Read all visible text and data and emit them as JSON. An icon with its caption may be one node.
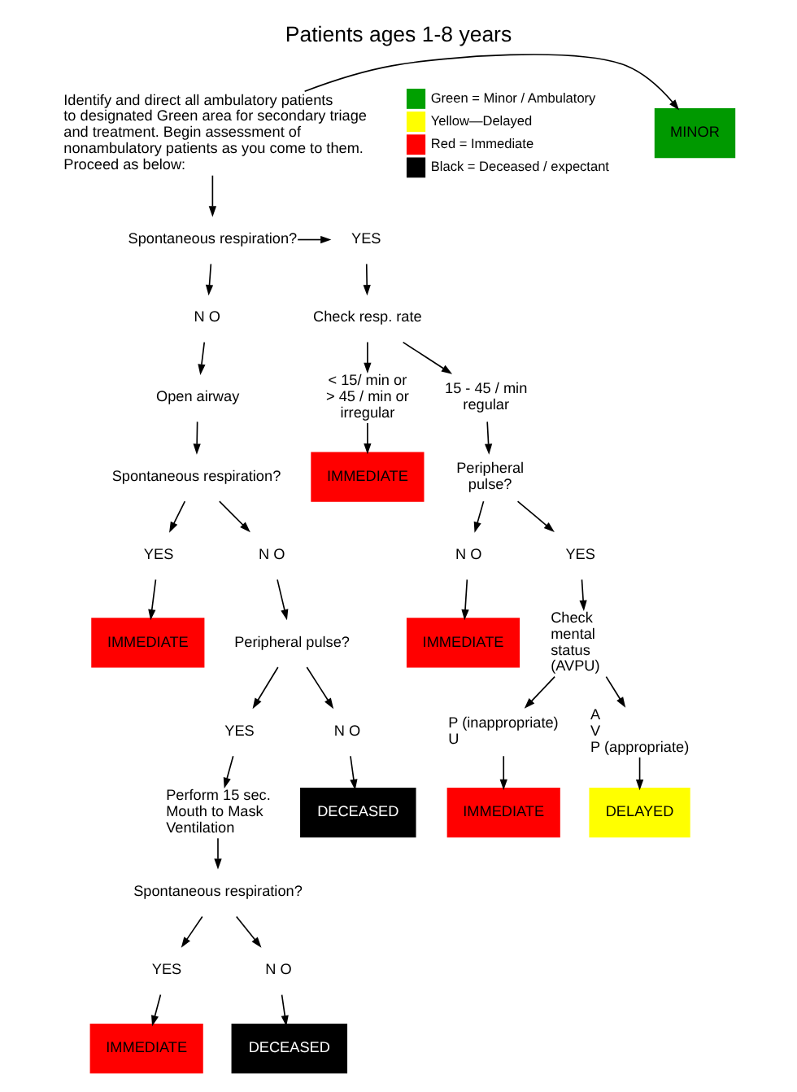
{
  "diagram": {
    "title": "Patients ages 1-8 years",
    "nodes": [
      {
        "text": [
          "Identify and direct all ambulatory patients to designated Green area for secondary triage and treatment. Begin assessment of nonambulatory patients as you come to them.",
          "Proceed as below:"
        ]
      },
      {
        "text": [
          "MINOR"
        ]
      },
      {
        "text": [
          "Spontaneous respiration?"
        ]
      },
      {
        "text": [
          "YES"
        ]
      },
      {
        "text": [
          "Check resp. rate"
        ]
      },
      {
        "text": [
          "< 15/ min or > 45 / min or irregular"
        ]
      },
      {
        "text": [
          "15 - 45 / min regular"
        ]
      },
      {
        "text": [
          "IMMEDIATE"
        ]
      },
      {
        "text": [
          "Peripheral pulse?"
        ]
      },
      {
        "text": [
          "N O"
        ]
      },
      {
        "text": [
          "YES"
        ]
      },
      {
        "text": [
          "IMMEDIATE"
        ]
      },
      {
        "text": [
          "Check mental status (AVPU)"
        ]
      },
      {
        "text": [
          "P (inappropriate) U"
        ]
      },
      {
        "text": [
          "A V P (appropriate)"
        ]
      },
      {
        "text": [
          "IMMEDIATE"
        ]
      },
      {
        "text": [
          "DELAYED"
        ]
      },
      {
        "text": [
          "N O"
        ]
      },
      {
        "text": [
          "Open airway"
        ]
      },
      {
        "text": [
          "Spontaneous respiration?"
        ]
      },
      {
        "text": [
          "YES"
        ]
      },
      {
        "text": [
          "N O"
        ]
      },
      {
        "text": [
          "IMMEDIATE"
        ]
      },
      {
        "text": [
          "Peripheral pulse?"
        ]
      },
      {
        "text": [
          "YES"
        ]
      },
      {
        "text": [
          "N O"
        ]
      },
      {
        "text": [
          "DECEASED"
        ]
      },
      {
        "text": [
          "Perform 15 sec. Mouth to Mask Ventilation"
        ]
      },
      {
        "text": [
          "Spontaneous respiration?"
        ]
      },
      {
        "text": [
          "YES"
        ]
      },
      {
        "text": [
          "N O"
        ]
      },
      {
        "text": [
          "IMMEDIATE"
        ]
      },
      {
        "text": [
          "DECEASED"
        ]
      }
    ],
    "edges": [
      {
        "from": 0,
        "to": 1,
        "arrow": "to"
      },
      {
        "from": 0,
        "to": 2,
        "arrow": "to"
      },
      {
        "from": 2,
        "to": 3,
        "arrow": "to"
      },
      {
        "from": 3,
        "to": 4,
        "arrow": "to"
      },
      {
        "from": 4,
        "to": 5,
        "arrow": "to"
      },
      {
        "from": 4,
        "to": 6,
        "arrow": "to"
      },
      {
        "from": 5,
        "to": 7,
        "arrow": "to"
      },
      {
        "from": 6,
        "to": 8,
        "arrow": "to"
      },
      {
        "from": 8,
        "to": 9,
        "arrow": "to"
      },
      {
        "from": 8,
        "to": 10,
        "arrow": "to"
      },
      {
        "from": 9,
        "to": 11,
        "arrow": "to"
      },
      {
        "from": 10,
        "to": 12,
        "arrow": "to"
      },
      {
        "from": 12,
        "to": 13,
        "arrow": "to"
      },
      {
        "from": 12,
        "to": 14,
        "arrow": "to"
      },
      {
        "from": 13,
        "to": 15,
        "arrow": "to"
      },
      {
        "from": 14,
        "to": 16,
        "arrow": "to"
      },
      {
        "from": 2,
        "to": 17,
        "arrow": "to"
      },
      {
        "from": 17,
        "to": 18,
        "arrow": "to"
      },
      {
        "from": 18,
        "to": 19,
        "arrow": "to"
      },
      {
        "from": 19,
        "to": 20,
        "arrow": "to"
      },
      {
        "from": 19,
        "to": 21,
        "arrow": "to"
      },
      {
        "from": 20,
        "to": 22,
        "arrow": "to"
      },
      {
        "from": 21,
        "to": 23,
        "arrow": "to"
      },
      {
        "from": 23,
        "to": 24,
        "arrow": "to"
      },
      {
        "from": 23,
        "to": 25,
        "arrow": "to"
      },
      {
        "from": 25,
        "to": 26,
        "arrow": "to"
      },
      {
        "from": 24,
        "to": 27,
        "arrow": "to"
      },
      {
        "from": 27,
        "to": 28,
        "arrow": "to"
      },
      {
        "from": 28,
        "to": 29,
        "arrow": "to"
      },
      {
        "from": 28,
        "to": 30,
        "arrow": "to"
      },
      {
        "from": 29,
        "to": 31,
        "arrow": "to"
      },
      {
        "from": 30,
        "to": 32,
        "arrow": "to"
      }
    ],
    "legend": [
      {
        "text": "Green = Minor / Ambulatory",
        "color": "#00a000"
      },
      {
        "text": "Yellow—Delayed",
        "color": "#ffff00"
      },
      {
        "text": "Red = Immediate",
        "color": "#ff0000"
      },
      {
        "text": "Black = Deceased / expectant",
        "color": "#000000"
      }
    ]
  }
}
